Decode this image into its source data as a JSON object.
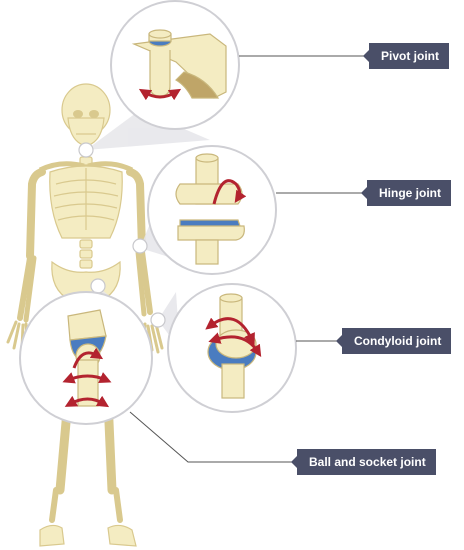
{
  "labels": {
    "pivot": "Pivot joint",
    "hinge": "Hinge joint",
    "condyloid": "Condyloid joint",
    "ball_socket": "Ball and socket joint"
  },
  "colors": {
    "bone_fill": "#f4ecc2",
    "bone_outline": "#d9c98e",
    "cartilage_blue": "#4a7cc0",
    "rotation_arrow": "#b3232f",
    "label_background": "#4a4f68",
    "callout_fill": "#e9e9ec",
    "leader_line": "#555555"
  },
  "icons": {
    "rotation": "curved-arrow-icon"
  }
}
